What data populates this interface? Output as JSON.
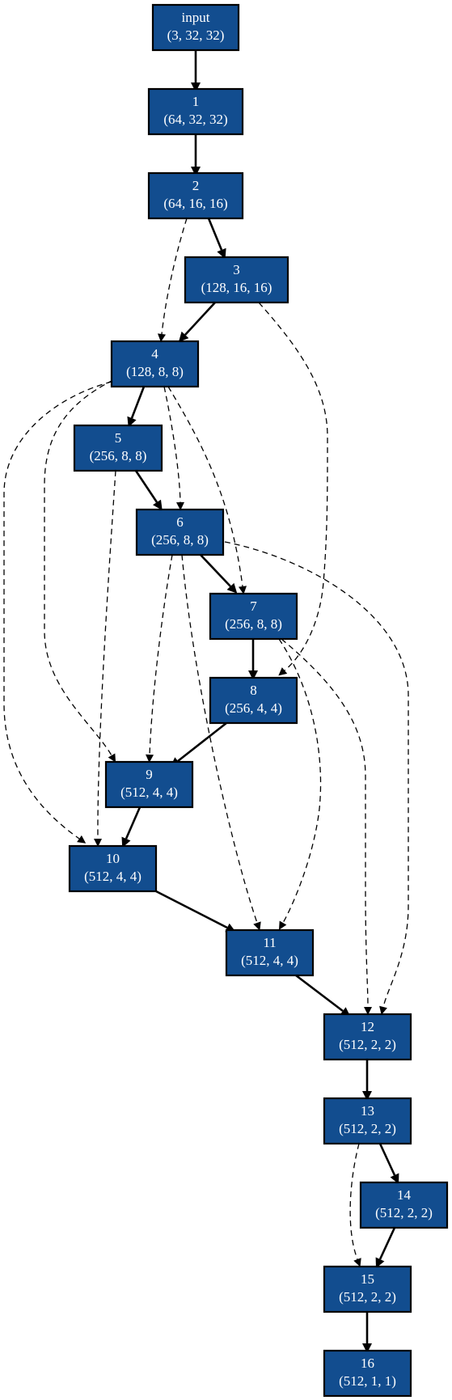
{
  "colors": {
    "node_fill": "#124d8f",
    "node_border": "#000000",
    "node_text": "#ffffff",
    "edge": "#000000"
  },
  "nodes": [
    {
      "id": "input",
      "line1": "input",
      "line2": "(3, 32, 32)"
    },
    {
      "id": "n1",
      "line1": "1",
      "line2": "(64, 32, 32)"
    },
    {
      "id": "n2",
      "line1": "2",
      "line2": "(64, 16, 16)"
    },
    {
      "id": "n3",
      "line1": "3",
      "line2": "(128, 16, 16)"
    },
    {
      "id": "n4",
      "line1": "4",
      "line2": "(128, 8, 8)"
    },
    {
      "id": "n5",
      "line1": "5",
      "line2": "(256, 8, 8)"
    },
    {
      "id": "n6",
      "line1": "6",
      "line2": "(256, 8, 8)"
    },
    {
      "id": "n7",
      "line1": "7",
      "line2": "(256, 8, 8)"
    },
    {
      "id": "n8",
      "line1": "8",
      "line2": "(256, 4, 4)"
    },
    {
      "id": "n9",
      "line1": "9",
      "line2": "(512, 4, 4)"
    },
    {
      "id": "n10",
      "line1": "10",
      "line2": "(512, 4, 4)"
    },
    {
      "id": "n11",
      "line1": "11",
      "line2": "(512, 4, 4)"
    },
    {
      "id": "n12",
      "line1": "12",
      "line2": "(512, 2, 2)"
    },
    {
      "id": "n13",
      "line1": "13",
      "line2": "(512, 2, 2)"
    },
    {
      "id": "n14",
      "line1": "14",
      "line2": "(512, 2, 2)"
    },
    {
      "id": "n15",
      "line1": "15",
      "line2": "(512, 2, 2)"
    },
    {
      "id": "n16",
      "line1": "16",
      "line2": "(512, 1, 1)"
    }
  ],
  "edges": [
    {
      "from": "input",
      "to": "n1",
      "style": "solid"
    },
    {
      "from": "n1",
      "to": "n2",
      "style": "solid"
    },
    {
      "from": "n2",
      "to": "n3",
      "style": "solid"
    },
    {
      "from": "n2",
      "to": "n4",
      "style": "dashed"
    },
    {
      "from": "n3",
      "to": "n4",
      "style": "solid"
    },
    {
      "from": "n3",
      "to": "n8",
      "style": "dashed"
    },
    {
      "from": "n4",
      "to": "n5",
      "style": "solid"
    },
    {
      "from": "n4",
      "to": "n6",
      "style": "dashed"
    },
    {
      "from": "n4",
      "to": "n7",
      "style": "dashed"
    },
    {
      "from": "n4",
      "to": "n9",
      "style": "dashed"
    },
    {
      "from": "n4",
      "to": "n10",
      "style": "dashed"
    },
    {
      "from": "n5",
      "to": "n6",
      "style": "solid"
    },
    {
      "from": "n5",
      "to": "n10",
      "style": "dashed"
    },
    {
      "from": "n6",
      "to": "n7",
      "style": "solid"
    },
    {
      "from": "n6",
      "to": "n9",
      "style": "dashed"
    },
    {
      "from": "n6",
      "to": "n11",
      "style": "dashed"
    },
    {
      "from": "n6",
      "to": "n12",
      "style": "dashed"
    },
    {
      "from": "n7",
      "to": "n8",
      "style": "solid"
    },
    {
      "from": "n7",
      "to": "n11",
      "style": "dashed"
    },
    {
      "from": "n7",
      "to": "n12",
      "style": "dashed"
    },
    {
      "from": "n8",
      "to": "n9",
      "style": "solid"
    },
    {
      "from": "n9",
      "to": "n10",
      "style": "solid"
    },
    {
      "from": "n10",
      "to": "n11",
      "style": "solid"
    },
    {
      "from": "n11",
      "to": "n12",
      "style": "solid"
    },
    {
      "from": "n12",
      "to": "n13",
      "style": "solid"
    },
    {
      "from": "n13",
      "to": "n14",
      "style": "solid"
    },
    {
      "from": "n13",
      "to": "n15",
      "style": "dashed"
    },
    {
      "from": "n14",
      "to": "n15",
      "style": "solid"
    },
    {
      "from": "n15",
      "to": "n16",
      "style": "solid"
    }
  ]
}
